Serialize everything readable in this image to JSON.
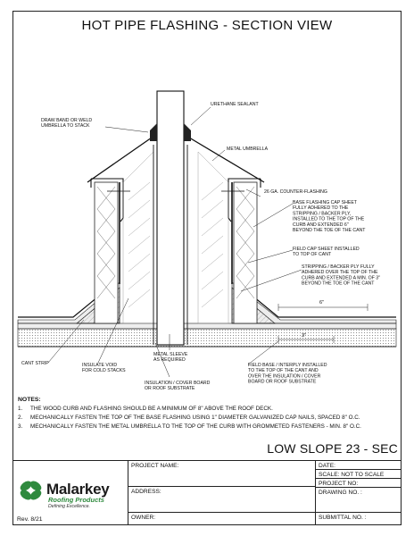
{
  "title": "HOT PIPE FLASHING - SECTION VIEW",
  "labels": {
    "draw_band": [
      "DRAW BAND OR WELD",
      "UMBRELLA TO STACK"
    ],
    "urethane_sealant": [
      "URETHANE SEALANT"
    ],
    "metal_umbrella": [
      "METAL UMBRELLA"
    ],
    "counter_flashing": [
      "26 GA. COUNTER-FLASHING"
    ],
    "base_flashing_cap": [
      "BASE FLASHING CAP SHEET",
      "FULLY ADHERED TO THE",
      "STRIPPING / BACKER PLY,",
      "INSTALLED TO THE TOP OF THE",
      "CURB AND EXTENDED 6\"",
      "BEYOND THE TOE OF THE CANT"
    ],
    "field_cap_sheet": [
      "FIELD CAP SHEET INSTALLED",
      "TO TOP OF CANT"
    ],
    "stripping_backer": [
      "STRIPPING / BACKER PLY FULLY",
      "ADHERED OVER THE TOP OF THE",
      "CURB AND EXTENDED A MIN. OF 3\"",
      "BEYOND THE TOE OF THE CANT"
    ],
    "dim_6": "6\"",
    "dim_3": "3\"",
    "cant_strip": [
      "CANT STRIP"
    ],
    "insulate_void": [
      "INSULATE VOID",
      "FOR COLD STACKS"
    ],
    "metal_sleeve": [
      "METAL SLEEVE",
      "AS REQUIRED"
    ],
    "insulation_cover": [
      "INSULATION / COVER BOARD",
      "OR ROOF SUBSTRATE"
    ],
    "field_base": [
      "FIELD BASE / INTERPLY INSTALLED",
      "TO THE TOP OF THE CANT AND",
      "OVER THE INSULATION / COVER",
      "BOARD OR ROOF SUBSTRATE"
    ]
  },
  "notes": {
    "heading": "NOTES:",
    "items": [
      {
        "num": "1.",
        "text": "THE WOOD CURB AND FLASHING SHOULD BE A MINIMUM OF 8\" ABOVE THE ROOF DECK."
      },
      {
        "num": "2.",
        "text": "MECHANICALLY FASTEN THE TOP OF THE BASE FLASHING USING 1\" DIAMETER GALVANIZED CAP NAILS, SPACED 8\" O.C."
      },
      {
        "num": "3.",
        "text": "MECHANICALLY FASTEN THE METAL UMBRELLA TO THE TOP OF THE CURB WITH GROMMETED FASTENERS - MIN. 8\" O.C."
      }
    ]
  },
  "sheet_id": "LOW SLOPE 23 - SEC",
  "title_block": {
    "project_name": "PROJECT NAME:",
    "address": "ADDRESS:",
    "owner": "OWNER:",
    "date": "DATE:",
    "scale": "SCALE:  NOT TO SCALE",
    "project_no": "PROJECT NO:",
    "drawing_no": "DRAWING NO. :",
    "submittal_no": "SUBMITTAL NO. :",
    "revision": "Rev. 8/21"
  },
  "logo": {
    "name": "Malarkey",
    "sub": "Roofing Products",
    "tagline": "Defining Excellence.",
    "leaf_color": "#2f8a3e"
  }
}
